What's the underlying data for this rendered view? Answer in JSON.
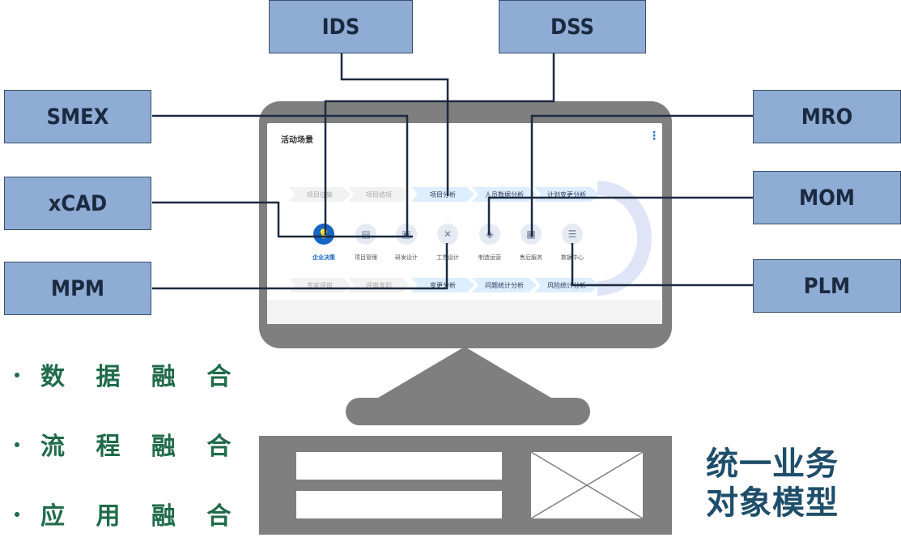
{
  "systems": {
    "ids": "IDS",
    "dss": "DSS",
    "smex": "SMEX",
    "xcad": "xCAD",
    "mpm": "MPM",
    "mro": "MRO",
    "mom": "MOM",
    "plm": "PLM"
  },
  "screen": {
    "title": "活动场景",
    "more": "⋮",
    "top_steps": [
      "项目征集",
      "项目结项",
      "项目分析",
      "人员数据分析",
      "计划变更分析"
    ],
    "bottom_steps": [
      "专家评审",
      "评审发起",
      "变更分析",
      "问题统计分析",
      "风险统计分析"
    ],
    "icons": [
      {
        "label": "企业决策",
        "icon": "bulb-icon"
      },
      {
        "label": "项目管理",
        "icon": "tray-icon"
      },
      {
        "label": "研发设计",
        "icon": "monitor-icon"
      },
      {
        "label": "工艺设计",
        "icon": "tools-icon"
      },
      {
        "label": "制造运营",
        "icon": "shield-icon"
      },
      {
        "label": "售后服务",
        "icon": "clipboard-icon"
      },
      {
        "label": "数据中心",
        "icon": "list-icon"
      }
    ]
  },
  "legend": [
    "数 据 融 合",
    "流 程 融 合",
    "应 用 融 合"
  ],
  "big_title": [
    "统一业务",
    "对象模型"
  ],
  "colors": {
    "box": "#8eacd4",
    "line": "#1b2a40",
    "monitor": "#7f7f7f",
    "accent": "#1765c6",
    "legend": "#1f6b4a",
    "title": "#1f4e6b"
  }
}
